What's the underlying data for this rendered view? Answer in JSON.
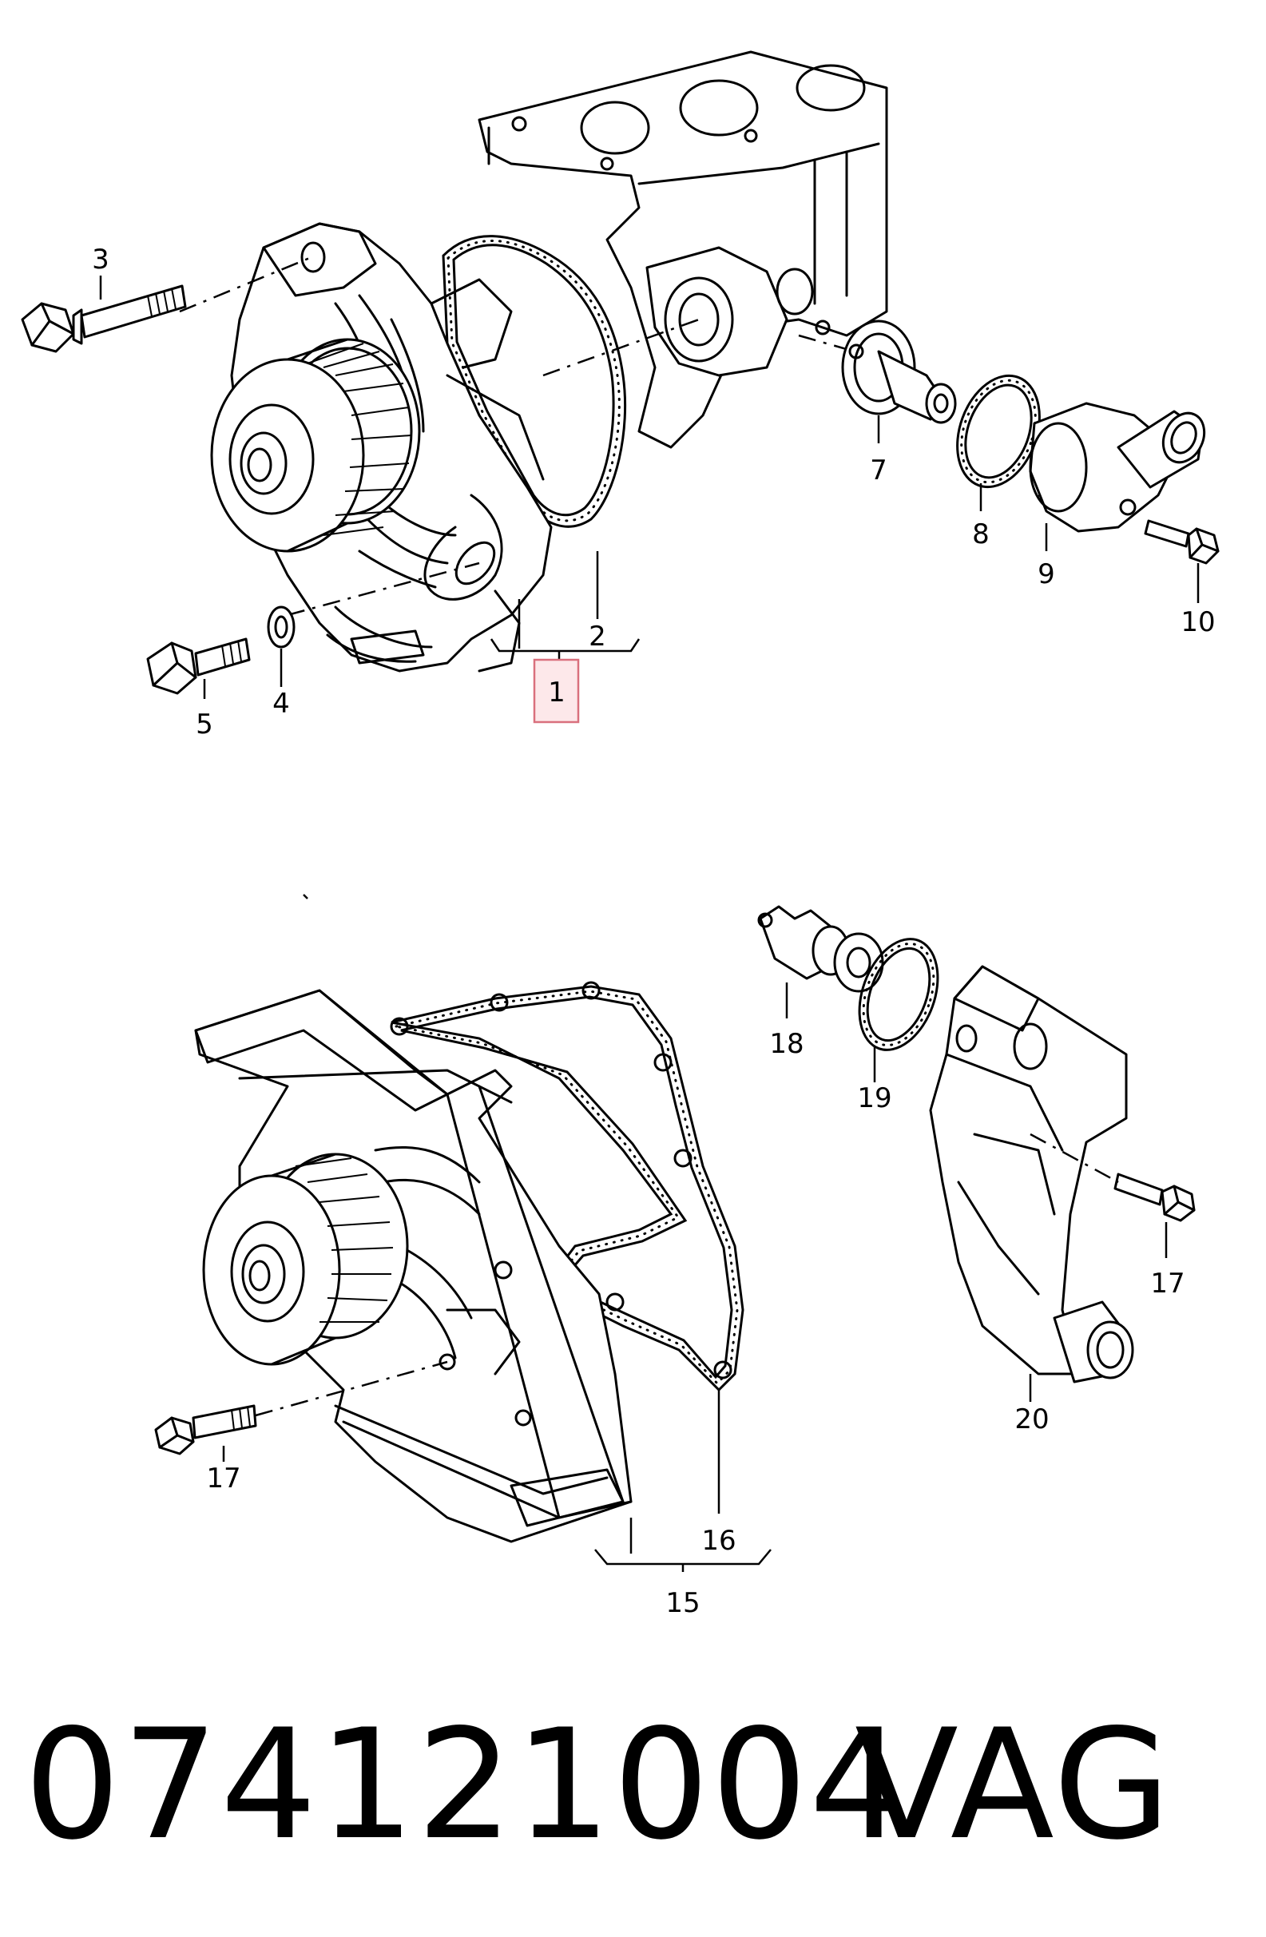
{
  "callouts": {
    "c1": "1",
    "c2": "2",
    "c3": "3",
    "c4": "4",
    "c5": "5",
    "c7": "7",
    "c8": "8",
    "c9": "9",
    "c10": "10",
    "c15": "15",
    "c16": "16",
    "c17a": "17",
    "c17b": "17",
    "c18": "18",
    "c19": "19",
    "c20": "20"
  },
  "highlight_color": "#d9707d",
  "footer": {
    "part_number": "074121004",
    "brand": "VAG"
  }
}
